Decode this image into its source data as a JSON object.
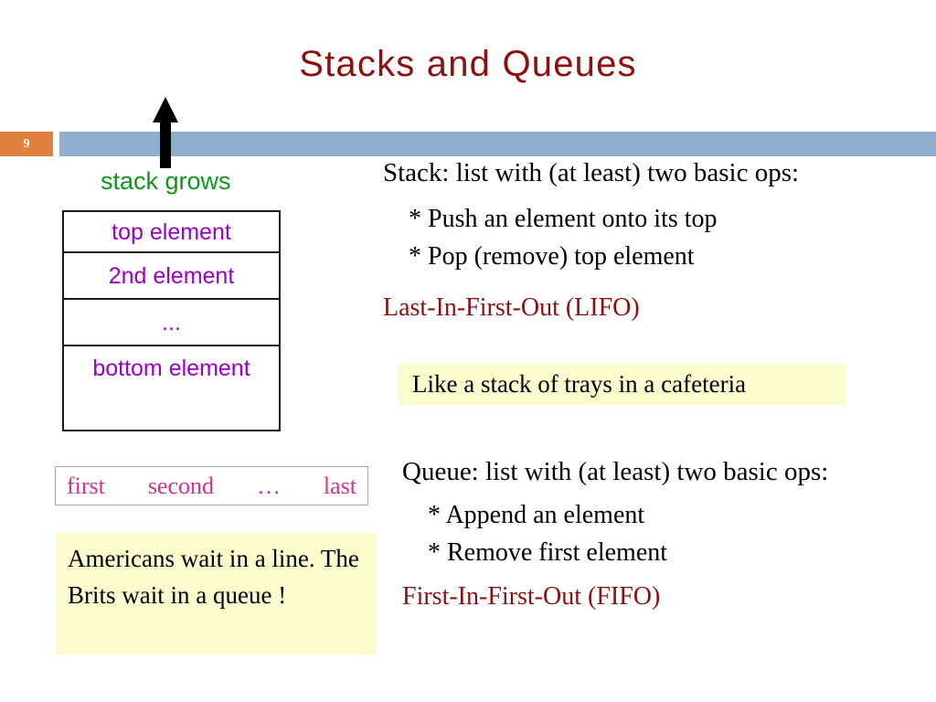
{
  "slide": {
    "title": "Stacks and Queues",
    "number": "9",
    "accent_orange": "#e0813f",
    "band_blue": "#8fafd0",
    "title_red": "#8c1010",
    "callout_yellow": "#fbfbcd",
    "stack_text_purple": "#9a00c8",
    "queue_text_pink": "#d6308f",
    "grows_green": "#0a9a1a"
  },
  "arrow": {
    "label": "stack grows",
    "direction": "up"
  },
  "stack_diagram": {
    "cells": [
      {
        "label": "top element"
      },
      {
        "label": "2nd element"
      },
      {
        "label": "..."
      },
      {
        "label": "bottom element"
      }
    ]
  },
  "queue_diagram": {
    "items": [
      "first",
      "second",
      "…",
      "last"
    ]
  },
  "stack_section": {
    "heading": "Stack: list with (at least) two basic ops:",
    "ops": [
      "* Push an element onto its top",
      "* Pop (remove) top element"
    ],
    "acronym": "Last-In-First-Out (LIFO)",
    "callout": "Like a stack of trays in a cafeteria"
  },
  "queue_section": {
    "heading": "Queue: list with (at least) two basic ops:",
    "ops": [
      "* Append an element",
      "* Remove first element"
    ],
    "acronym": "First-In-First-Out (FIFO)",
    "callout": "Americans wait in a line. The Brits wait in a queue !"
  }
}
